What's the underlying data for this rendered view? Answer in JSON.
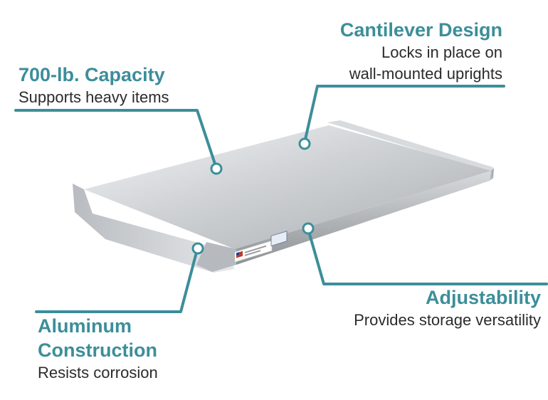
{
  "colors": {
    "accent": "#3c8e9a",
    "text": "#2b2b2b"
  },
  "callouts": {
    "capacity": {
      "title": "700-lb. Capacity",
      "description": "Supports heavy items"
    },
    "cantilever": {
      "title": "Cantilever Design",
      "line1": "Locks in place on",
      "line2": "wall-mounted uprights"
    },
    "adjustability": {
      "title": "Adjustability",
      "description": "Provides storage versatility"
    },
    "aluminum": {
      "title_line1": "Aluminum",
      "title_line2": "Construction",
      "description": "Resists corrosion"
    }
  },
  "product": {
    "name": "cantilever-shelf-image",
    "flag_icon": "usa-flag-icon"
  }
}
